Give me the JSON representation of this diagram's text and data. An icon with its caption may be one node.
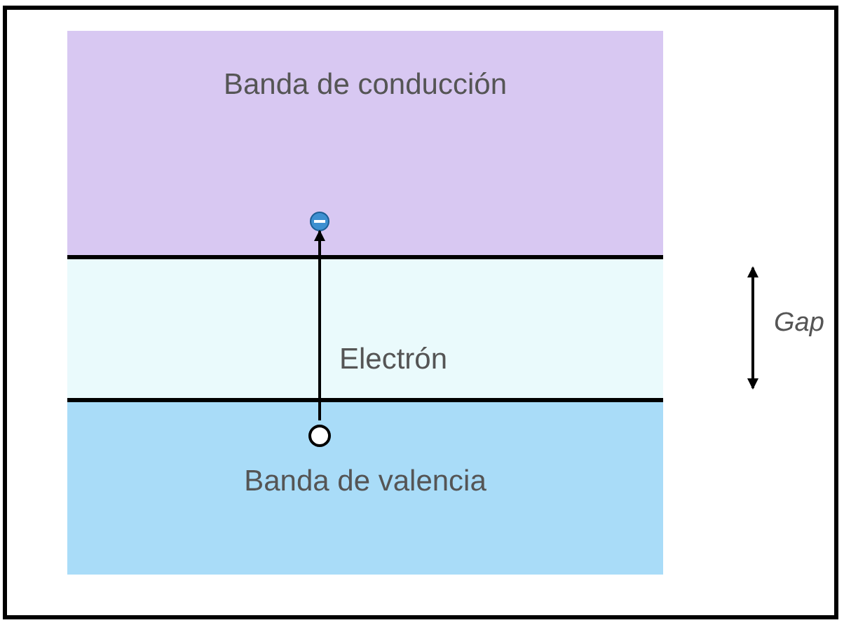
{
  "diagram": {
    "nodes": [
      {
        "text": [
          "Banda de conducción"
        ]
      },
      {
        "text": [
          "Banda de valencia"
        ]
      },
      {
        "text": [],
        "shape": "circle",
        "in": 0
      },
      {
        "text": [],
        "shape": "circle",
        "in": 1
      }
    ],
    "edges": [
      {
        "from": 3,
        "to": 2,
        "arrow": "to",
        "label": "Electrón"
      }
    ],
    "labels": [
      "Gap"
    ]
  }
}
